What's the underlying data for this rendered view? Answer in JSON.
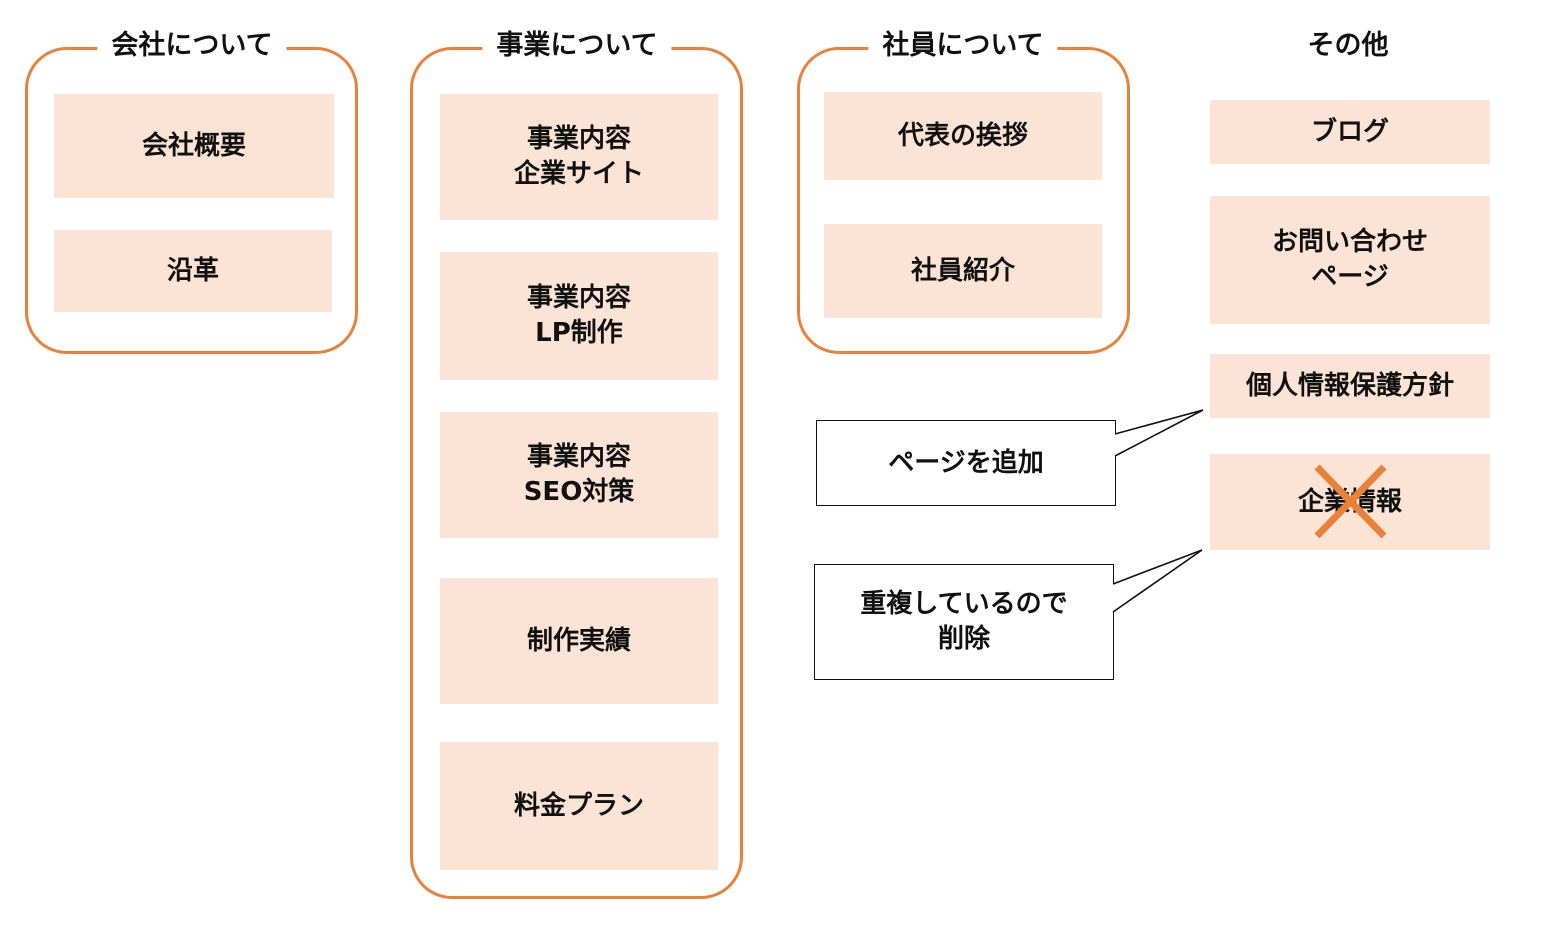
{
  "groups": {
    "company": {
      "title": "会社について",
      "items": [
        "会社概要",
        "沿革"
      ]
    },
    "business": {
      "title": "事業について",
      "items": [
        "事業内容\n企業サイト",
        "事業内容\nLP制作",
        "事業内容\nSEO対策",
        "制作実績",
        "料金プラン"
      ]
    },
    "staff": {
      "title": "社員について",
      "items": [
        "代表の挨拶",
        "社員紹介"
      ]
    },
    "other": {
      "title": "その他",
      "items": [
        "ブログ",
        "お問い合わせ\nページ",
        "個人情報保護方針",
        "企業情報"
      ]
    }
  },
  "callouts": {
    "add_page": "ページを追加",
    "delete_duplicate": "重複しているので\n削除"
  },
  "colors": {
    "accent": "#e8823a",
    "box_fill": "#fbe4d6",
    "cross": "#e8823a"
  },
  "icons": {
    "deleted_marker": "cross-icon"
  }
}
